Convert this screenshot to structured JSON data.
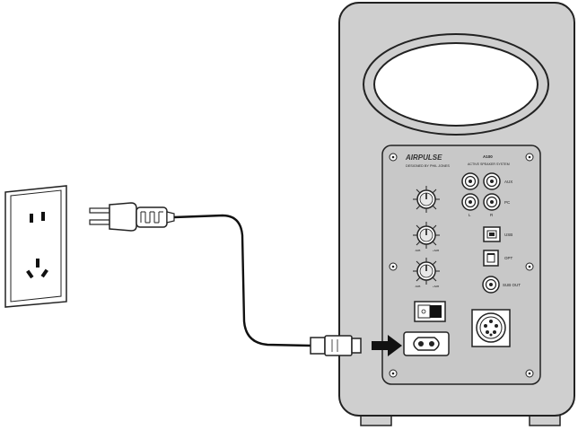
{
  "colors": {
    "speaker_body": "#cfcfcf",
    "panel": "#c8c8c8",
    "line": "#222222",
    "white": "#ffffff",
    "arrow": "#111111"
  },
  "icons": {
    "outlet": "wall-outlet-icon",
    "plug": "power-plug-icon",
    "cable": "power-cable-icon",
    "connector": "figure-8-connector-icon",
    "arrow": "insert-arrow-icon"
  },
  "panel": {
    "brand": "AIRPULSE",
    "designer": "DESIGNED BY PHIL JONES",
    "model": "A100",
    "subtitle": "ACTIVE SPEAKER SYSTEM"
  },
  "inputs": {
    "aux": "AUX",
    "pc": "PC",
    "left": "L",
    "right": "R",
    "usb": "USB",
    "opt": "OPT",
    "sub_out": "SUB OUT"
  },
  "knobs": {
    "min_label": "-6dB",
    "max_label": "+6dB"
  }
}
